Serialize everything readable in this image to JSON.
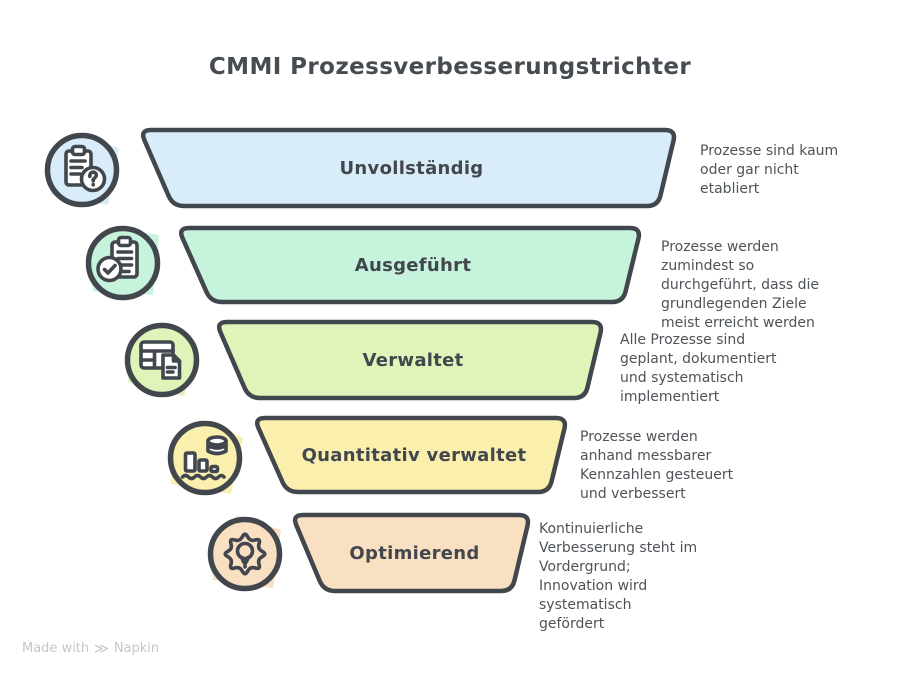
{
  "title": "CMMI Prozessverbesserungstrichter",
  "colors": {
    "ink": "#42474d",
    "title_text": "#474c52",
    "body_text": "#4e5358",
    "muted_text": "#c3c6c9"
  },
  "levels": [
    {
      "label": "Unvollständig",
      "description": "Prozesse sind kaum\noder gar nicht\netabliert",
      "color": "#d8ecf9",
      "icon": "clipboard-question"
    },
    {
      "label": "Ausgeführt",
      "description": "Prozesse werden\nzumindest so\ndurchgeführt, dass die\ngrundlegenden Ziele\nmeist erreicht werden",
      "color": "#c6f3dc",
      "icon": "clipboard-check"
    },
    {
      "label": "Verwaltet",
      "description": "Alle Prozesse sind\ngeplant, dokumentiert\nund systematisch\nimplementiert",
      "color": "#e0f3b8",
      "icon": "table-document"
    },
    {
      "label": "Quantitativ verwaltet",
      "description": "Prozesse werden\nanhand messbarer\nKennzahlen gesteuert\nund verbessert",
      "color": "#faefad",
      "icon": "bar-chart-database"
    },
    {
      "label": "Optimierend",
      "description": "Kontinuierliche\nVerbesserung steht im\nVordergrund;\nInnovation wird\nsystematisch\ngefördert",
      "color": "#fae0c3",
      "icon": "gear-lightbulb"
    }
  ],
  "footer": {
    "made_with": "Made with",
    "brand": "Napkin",
    "logo_glyph": "≫"
  }
}
